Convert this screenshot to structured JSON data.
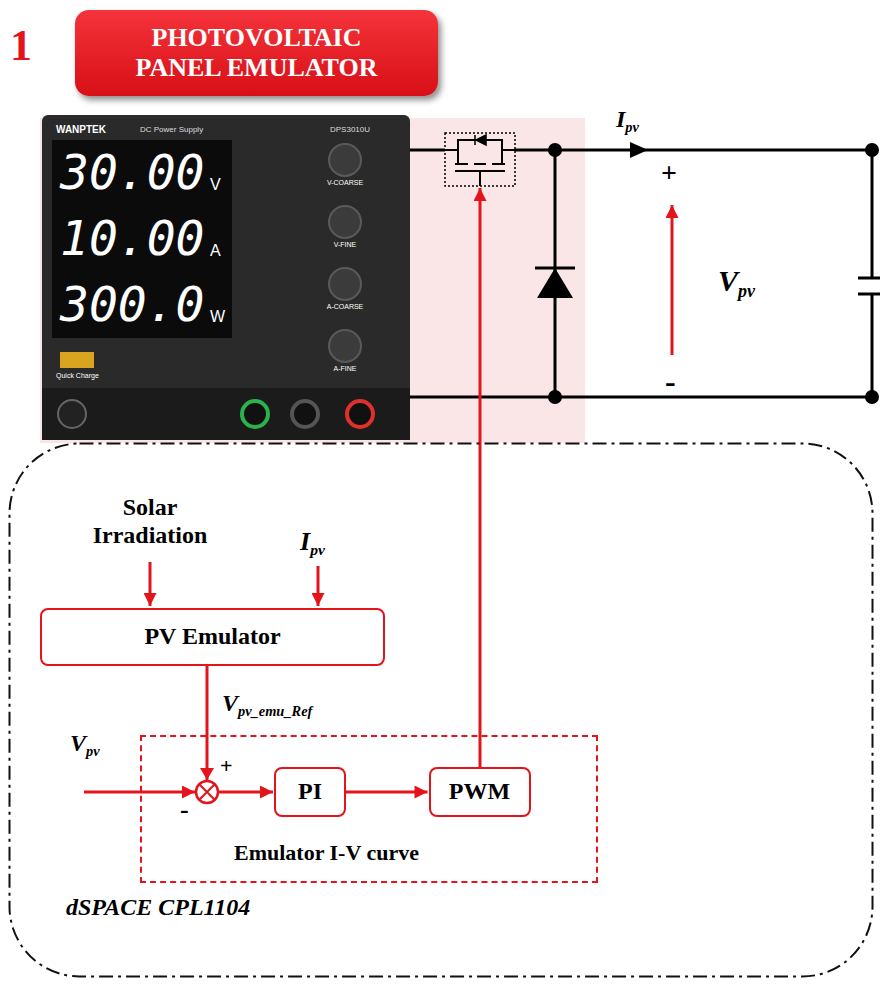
{
  "diagram": {
    "title": "PHOTOVOLTAIC PANEL EMULATOR",
    "nodes": [
      {
        "text": [
          "dSPACE CPL1104"
        ]
      },
      {
        "text": [
          "PV Emulator"
        ],
        "in": 0
      },
      {
        "text": [
          "Emulator I-V curve"
        ],
        "in": 0
      },
      {
        "text": [
          "PI"
        ],
        "in": 2
      },
      {
        "text": [
          "PWM"
        ],
        "in": 2
      }
    ],
    "edges": [
      {
        "from": 1,
        "to": 3,
        "arrow": "to",
        "label": "Vpv_emu_Ref"
      },
      {
        "from": 3,
        "to": 4,
        "arrow": "to"
      }
    ],
    "labels": [
      "1",
      "WANPTEK",
      "DC Power Supply",
      "DPS3010U",
      "30.00",
      "V",
      "10.00",
      "A",
      "300.0",
      "W",
      "V-COARSE",
      "V-FINE",
      "A-COARSE",
      "A-FINE",
      "Quick Charge",
      "Ipv",
      "+",
      "-",
      "Vpv",
      "Solar Irradiation",
      "Ipv",
      "Vpv",
      "+",
      "-"
    ]
  }
}
